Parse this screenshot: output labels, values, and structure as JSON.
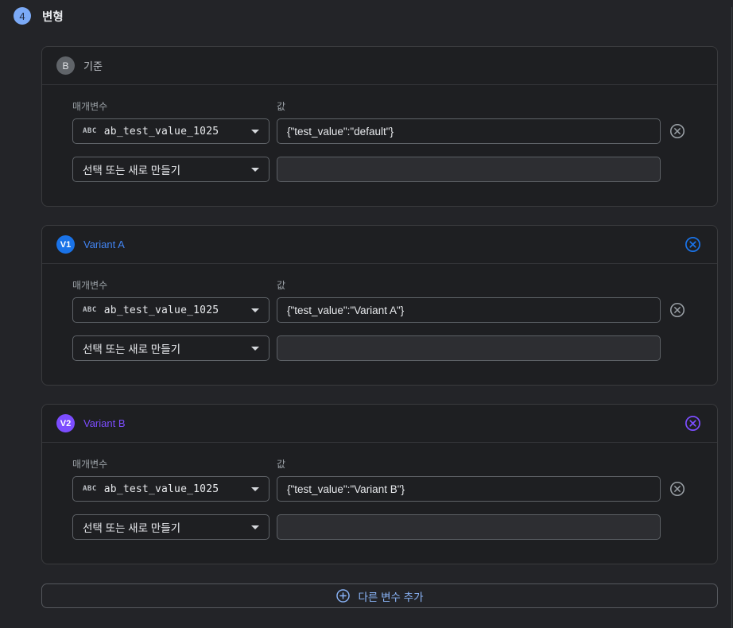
{
  "step": {
    "number": "4",
    "title": "변형"
  },
  "field_labels": {
    "parameter": "매개변수",
    "value": "값"
  },
  "parameter_dropdown": {
    "type_badge": "ABC",
    "selected": "ab_test_value_1025"
  },
  "new_parameter_dropdown": {
    "placeholder": "선택 또는 새로 만들기"
  },
  "new_parameter_value": {
    "value": ""
  },
  "cards": [
    {
      "badge": "B",
      "title": "기준",
      "value_input": "{\"test_value\":\"default\"}"
    },
    {
      "badge": "V1",
      "title": "Variant A",
      "value_input": "{\"test_value\":\"Variant A\"}"
    },
    {
      "badge": "V2",
      "title": "Variant B",
      "value_input": "{\"test_value\":\"Variant B\"}"
    }
  ],
  "add_variable_button": {
    "label": "다른 변수 추가"
  },
  "icons": {
    "row_remove": "circle-x",
    "variant_remove": "circle-x",
    "add": "plus-circle",
    "dropdown_caret": "caret-down",
    "param_type": "ABC-string-type"
  },
  "colors": {
    "page_bg": "#232428",
    "card_bg": "#1e1f22",
    "step_circle": "#7baaf7",
    "baseline_badge": "#606469",
    "variant_a_accent": "#1a73e8",
    "variant_a_title": "#4285f4",
    "variant_b_accent": "#7c4dff",
    "add_button_accent": "#8ab4f8",
    "label_gray": "#9aa0a6",
    "input_border": "#5f6368"
  }
}
